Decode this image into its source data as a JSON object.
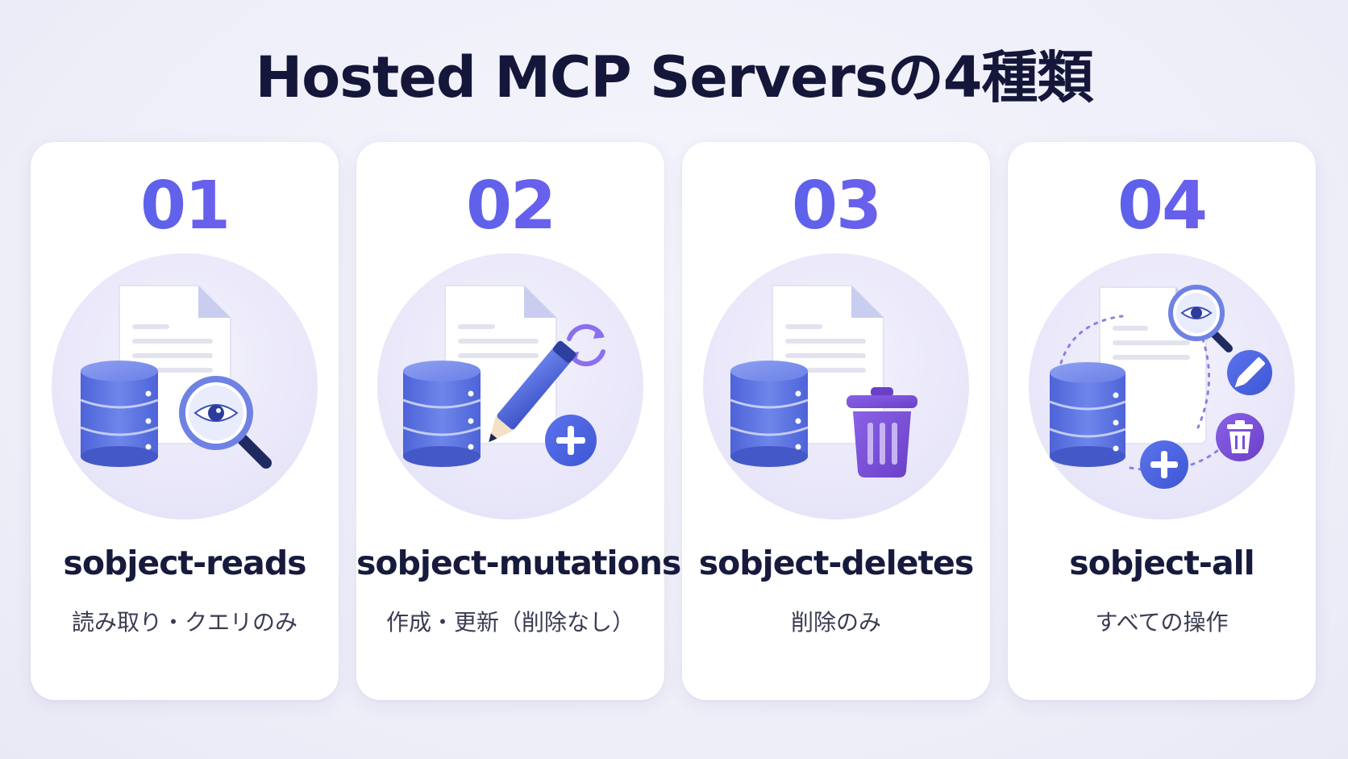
{
  "title": "Hosted MCP Serversの4種類",
  "colors": {
    "accent_blue": "#4a64e6",
    "accent_purple": "#7d5df0",
    "database": "#5a72e0",
    "trash": "#7a4fd6",
    "circle_bg": "#ecebfb"
  },
  "cards": [
    {
      "number": "01",
      "name": "sobject-reads",
      "description": "読み取り・クエリのみ",
      "icons": [
        "document-icon",
        "database-icon",
        "magnifier-eye-icon"
      ]
    },
    {
      "number": "02",
      "name": "sobject-mutations",
      "description": "作成・更新（削除なし）",
      "icons": [
        "document-icon",
        "database-icon",
        "pencil-icon",
        "refresh-icon",
        "plus-icon"
      ]
    },
    {
      "number": "03",
      "name": "sobject-deletes",
      "description": "削除のみ",
      "icons": [
        "document-icon",
        "database-icon",
        "trash-icon"
      ]
    },
    {
      "number": "04",
      "name": "sobject-all",
      "description": "すべての操作",
      "icons": [
        "document-icon",
        "database-icon",
        "magnifier-eye-icon",
        "pencil-icon",
        "trash-icon",
        "plus-icon"
      ]
    }
  ]
}
